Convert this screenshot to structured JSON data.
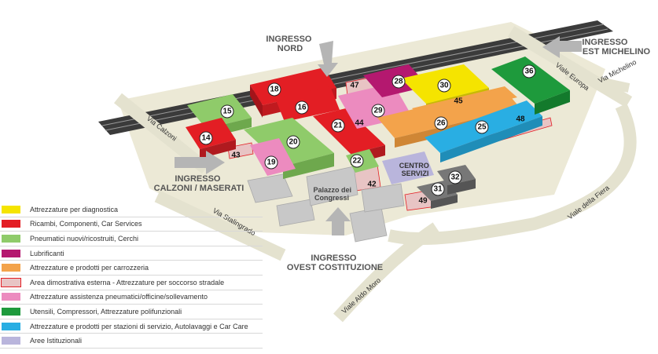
{
  "entrances": {
    "nord": [
      "INGRESSO",
      "NORD"
    ],
    "est": [
      "INGRESSO",
      "EST MICHELINO"
    ],
    "calzoni": [
      "INGRESSO",
      "CALZONI / MASERATI"
    ],
    "ovest": [
      "INGRESSO",
      "OVEST COSTITUZIONE"
    ]
  },
  "roads": {
    "calzoni": "Via Calzoni",
    "stalingrado": "Via Stalingrado",
    "aldo_moro": "Viale Aldo Moro",
    "fiera": "Viale della Fiera",
    "europa": "Viale Europa",
    "michelino": "Via Michelino"
  },
  "places": {
    "congressi": [
      "Palazzo dei",
      "Congressi"
    ],
    "servizi": [
      "CENTRO",
      "SERVIZI"
    ]
  },
  "halls": [
    "14",
    "15",
    "16",
    "18",
    "19",
    "20",
    "21",
    "22",
    "25",
    "26",
    "28",
    "29",
    "30",
    "31",
    "32",
    "36",
    "42",
    "43",
    "44",
    "45",
    "47",
    "48",
    "49"
  ],
  "colors": {
    "yellow": "#f5e400",
    "red": "#e31e24",
    "lightgreen": "#8fcb6a",
    "magenta": "#b4186f",
    "orange": "#f3a34b",
    "outdoor": "#e8c4c4",
    "pink": "#ec8bbf",
    "green": "#1e9a3c",
    "cyan": "#29aee3",
    "lavender": "#b9b5dc"
  },
  "legend": [
    {
      "label": "Attrezzature per diagnostica",
      "color": "#f5e400"
    },
    {
      "label": "Ricambi, Componenti, Car Services",
      "color": "#e31e24"
    },
    {
      "label": "Pneumatici nuovi/ricostruiti, Cerchi",
      "color": "#8fcb6a"
    },
    {
      "label": "Lubrificanti",
      "color": "#b4186f"
    },
    {
      "label": "Attrezzature e prodotti per carrozzeria",
      "color": "#f3a34b"
    },
    {
      "label": "Area dimostrativa esterna - Attrezzature per soccorso stradale",
      "color": "#e8c4c4"
    },
    {
      "label": "Attrezzature assistenza pneumatici/officine/sollevamento",
      "color": "#ec8bbf"
    },
    {
      "label": "Utensili, Compressori, Attrezzature polifunzionali",
      "color": "#1e9a3c"
    },
    {
      "label": "Attrezzature e prodotti per stazioni di servizio, Autolavaggi e Car Care",
      "color": "#29aee3"
    },
    {
      "label": "Aree Istituzionali",
      "color": "#b9b5dc"
    }
  ]
}
